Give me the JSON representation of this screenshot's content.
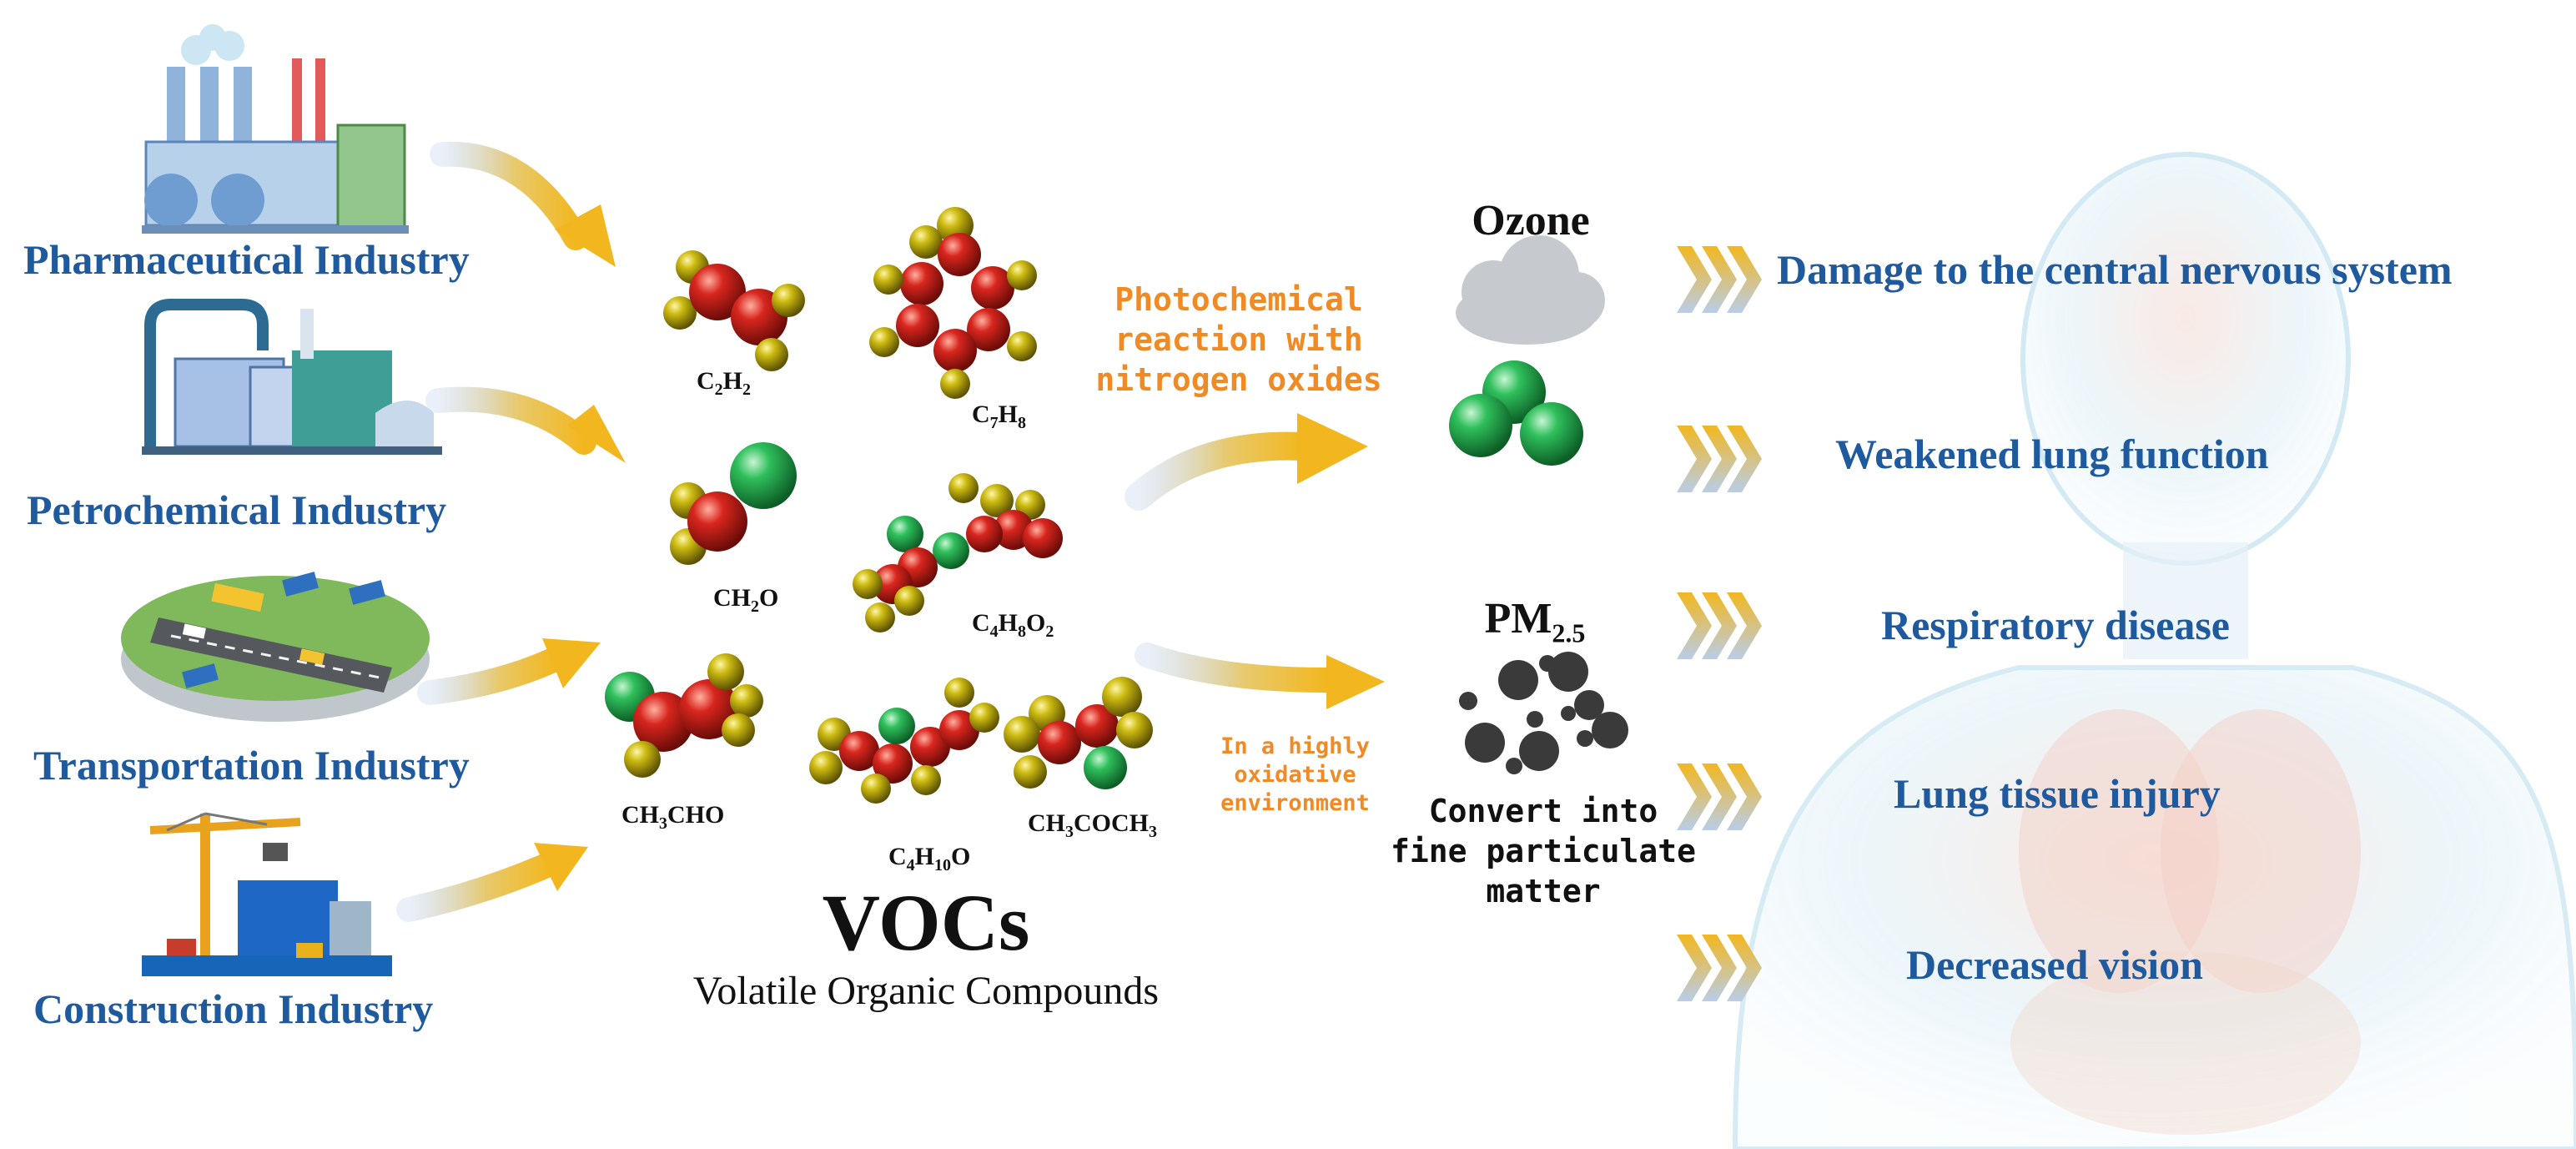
{
  "industries": {
    "pharma": "Pharmaceutical Industry",
    "petro": "Petrochemical Industry",
    "transport": "Transportation Industry",
    "construction": "Construction Industry"
  },
  "vocs": {
    "title": "VOCs",
    "subtitle": "Volatile Organic Compounds",
    "formulas": {
      "c2h2": {
        "a": "C",
        "b": "2",
        "c": "H",
        "d": "2"
      },
      "c7h8": {
        "a": "C",
        "b": "7",
        "c": "H",
        "d": "8"
      },
      "ch2o": {
        "a": "CH",
        "b": "2",
        "c": "O"
      },
      "c4h8o2": {
        "a": "C",
        "b": "4",
        "c": "H",
        "d": "8",
        "e": "O",
        "f": "2"
      },
      "ch3cho": {
        "a": "CH",
        "b": "3",
        "c": "CHO"
      },
      "c4h10o": {
        "a": "C",
        "b": "4",
        "c": "H",
        "d": "10",
        "e": "O"
      },
      "ch3coch3": {
        "a": "CH",
        "b": "3",
        "c": "COCH",
        "d": "3"
      }
    }
  },
  "reactions": {
    "photo": [
      "Photochemical",
      "reaction with",
      "nitrogen oxides"
    ],
    "oxid": [
      "In a highly",
      "oxidative",
      "environment"
    ]
  },
  "products": {
    "ozone": "Ozone",
    "pm_main": "PM",
    "pm_sub": "2.5",
    "convert": [
      "Convert into",
      "fine particulate",
      "matter"
    ]
  },
  "effects": [
    "Damage to the central nervous system",
    "Weakened lung function",
    "Respiratory disease",
    "Lung tissue injury",
    "Decreased vision"
  ],
  "colors": {
    "label_blue": "#1f5a9e",
    "orange": "#f08a24",
    "arrow_gold": "#f2b71f",
    "arrow_blue": "#b9cde9",
    "carbon_red": "#cc1f1f",
    "hydrogen_yellow": "#c9b80e",
    "oxygen_green": "#1ea14a"
  }
}
